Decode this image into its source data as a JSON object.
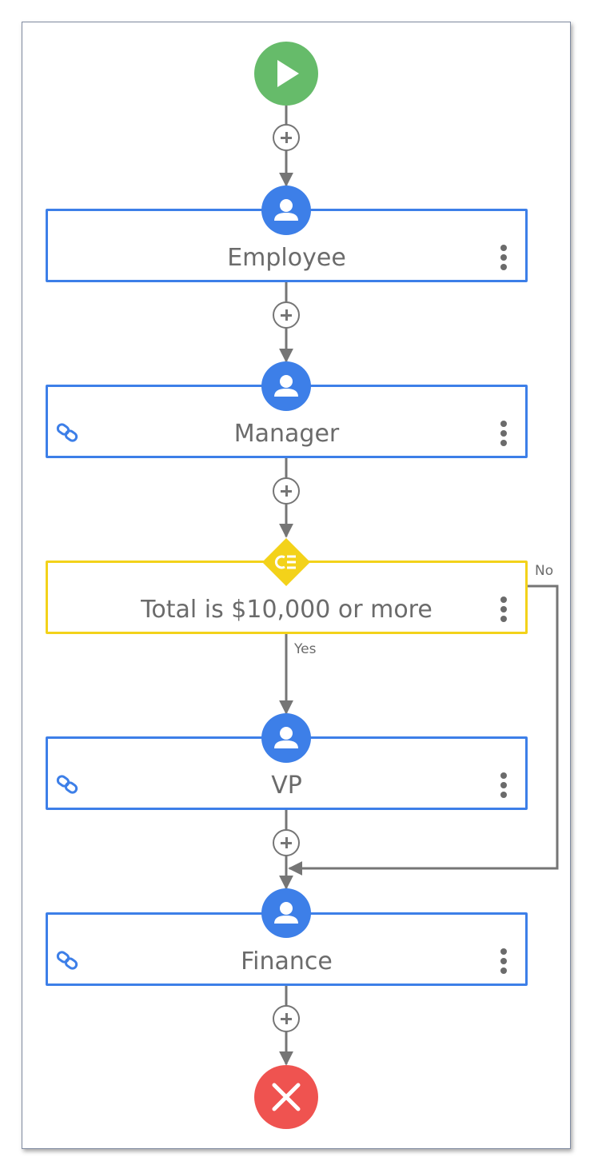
{
  "workflow": {
    "nodes": [
      {
        "title": "Employee",
        "linked": false
      },
      {
        "title": "Manager",
        "linked": true
      },
      {
        "title": "Total is $10,000 or more",
        "type": "condition"
      },
      {
        "title": "VP",
        "linked": true
      },
      {
        "title": "Finance",
        "linked": true
      }
    ],
    "branches": {
      "yes": "Yes",
      "no": "No"
    },
    "icons": {
      "start": "play-icon",
      "approver": "person-icon",
      "condition": "condition-icon",
      "link": "link-icon",
      "menu": "more-vertical-icon",
      "add": "plus-icon",
      "end": "close-icon"
    },
    "colors": {
      "start": "#66bb6a",
      "approver": "#3d7fe8",
      "condition": "#f3d21a",
      "end": "#ef5350",
      "connector": "#757575",
      "text": "#6b6b6b"
    }
  }
}
